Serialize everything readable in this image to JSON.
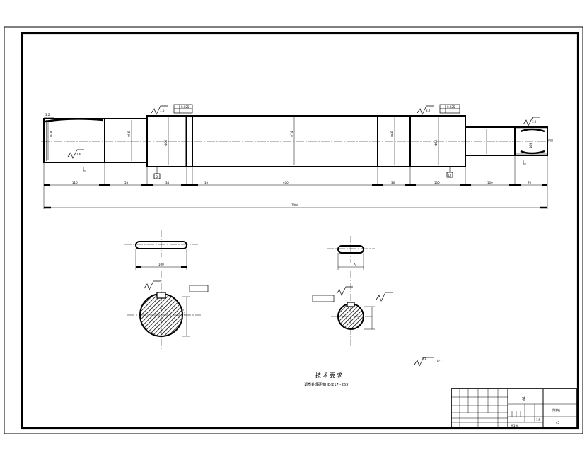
{
  "drawing": {
    "shaft_labels": {
      "seg_dia_1": "Φ48",
      "seg_dia_2": "Φ56",
      "seg_dia_3": "Φ60",
      "seg_dia_4": "Φ74",
      "seg_dia_5": "Φ66",
      "seg_dia_6": "Φ60",
      "seg_dia_7": "Φ56"
    },
    "lengths": [
      "110",
      "58",
      "34",
      "10",
      "400",
      "36",
      "100",
      "100",
      "70"
    ],
    "overall_length": "1004",
    "datum_left": "D",
    "datum_right": "D",
    "roughness": [
      "1.6",
      "3.2",
      "3.2",
      "1.6",
      "3.2"
    ],
    "tolerance_frames": [
      "0.025",
      "0.025"
    ],
    "sections": {
      "left_width": "100",
      "left_dim": "42.5",
      "right_dim": "A"
    },
    "tech_req": {
      "heading": "技术要求",
      "text": "调质处理硬度HB(217~255)"
    },
    "general_roughness": "6.3",
    "title_block": {
      "name": "轴",
      "code": "阶梯轴",
      "scale": "1:5",
      "material": "45",
      "sheet": "共1张"
    }
  }
}
